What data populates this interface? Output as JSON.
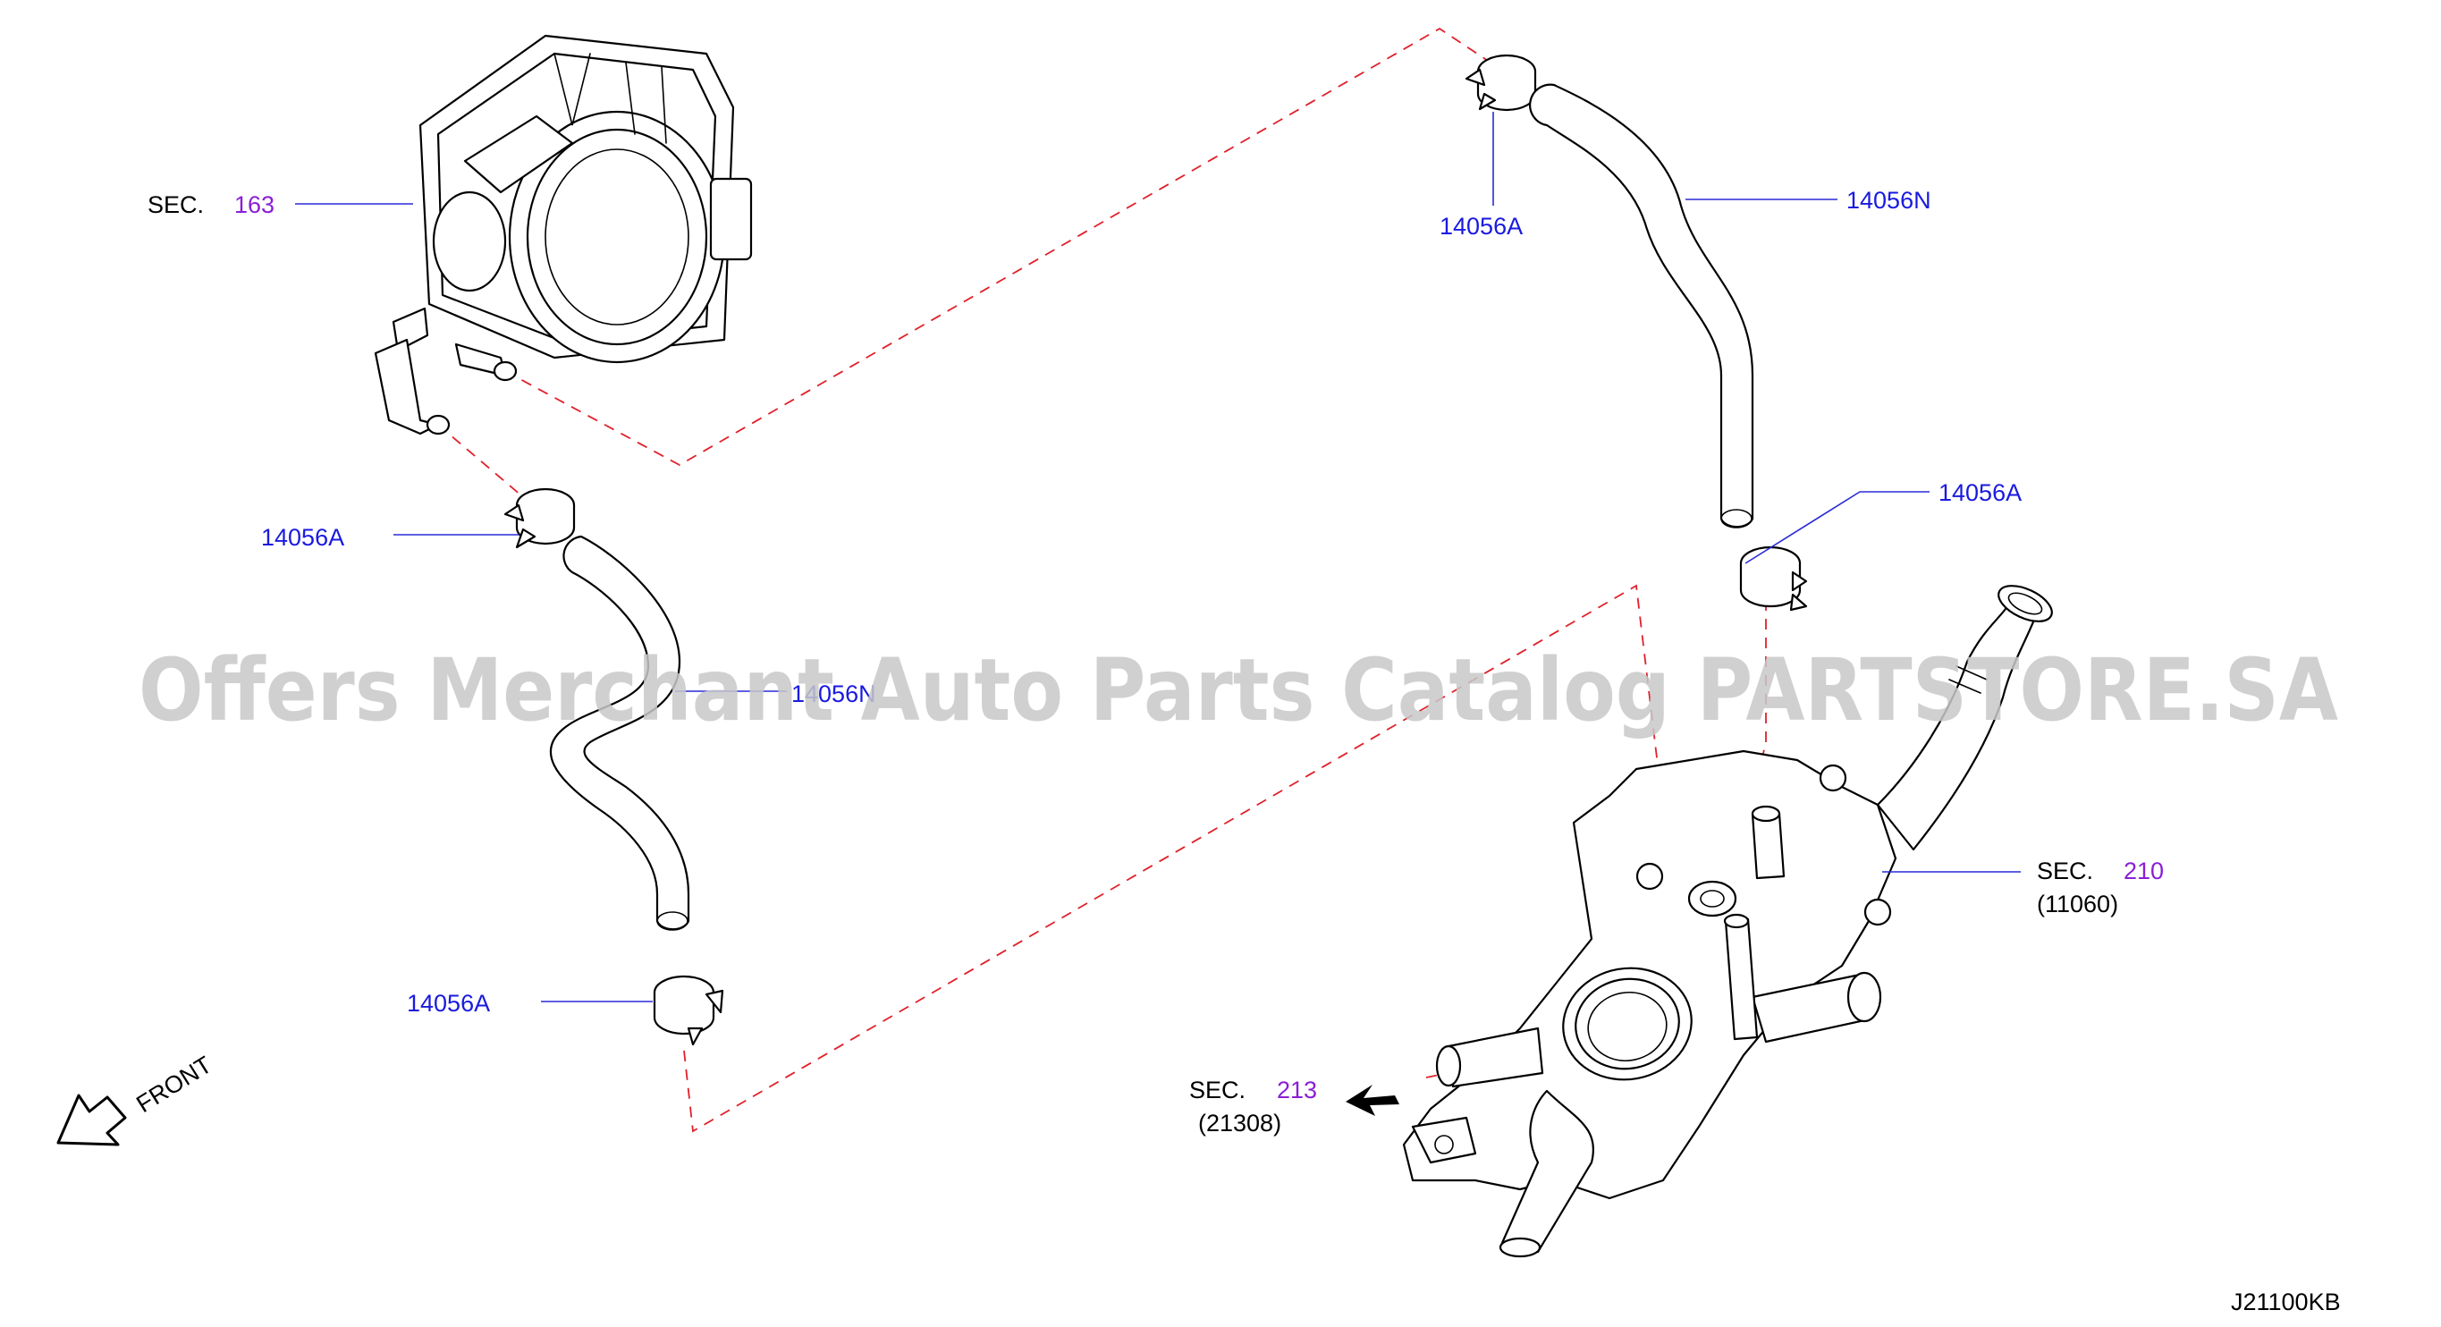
{
  "watermark": "Offers Merchant Auto Parts Catalog PARTSTORE.SA",
  "diagram_code": "J21100KB",
  "front_label": "FRONT",
  "labels": {
    "sec163_prefix": "SEC.",
    "sec163_num": "163",
    "sec210_prefix": "SEC.",
    "sec210_num": "210",
    "sec210_sub": "(11060)",
    "sec213_prefix": "SEC.",
    "sec213_num": "213",
    "sec213_sub": "(21308)",
    "clamp_top_center": "14056A",
    "hose_right": "14056N",
    "clamp_right": "14056A",
    "clamp_left_upper": "14056A",
    "hose_left": "14056N",
    "clamp_left_lower": "14056A"
  },
  "colors": {
    "part_number_text": "#1a1adf",
    "section_number_text": "#8a1fd6",
    "connection_dash": "#e0202a",
    "watermark": "#c8c8c8"
  }
}
